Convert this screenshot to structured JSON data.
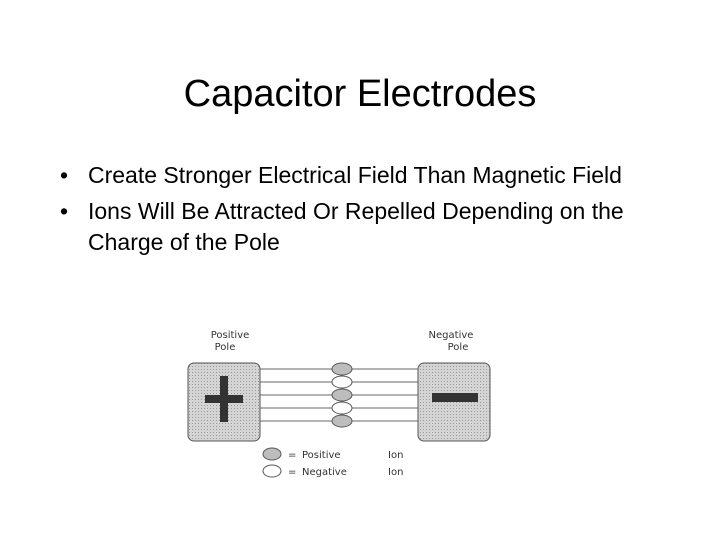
{
  "slide": {
    "title": "Capacitor Electrodes",
    "bullets": [
      "Create Stronger Electrical Field Than Magnetic Field",
      "Ions Will Be Attracted Or Repelled Depending on the Charge of the Pole"
    ]
  },
  "diagram": {
    "positive_pole_label": [
      "Positive",
      "Pole"
    ],
    "negative_pole_label": [
      "Negative",
      "Pole"
    ],
    "legend": [
      {
        "symbol": "=",
        "label": "Positive",
        "suffix": "Ion"
      },
      {
        "symbol": "=",
        "label": "Negative",
        "suffix": "Ion"
      }
    ],
    "colors": {
      "positive_ion": "#bdbdbd",
      "negative_ion": "#ffffff",
      "plate": "#c8c8c8",
      "sign": "#333333"
    }
  }
}
